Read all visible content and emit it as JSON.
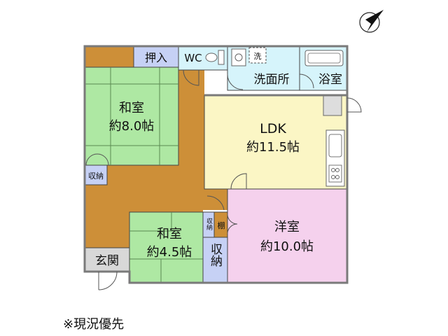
{
  "rooms": {
    "oshiire": "押入",
    "wc": "WC",
    "sentaku": "洗",
    "senmenjo": "洗面所",
    "yokushitsu": "浴室",
    "washitsu8_name": "和室",
    "washitsu8_size": "約8.0帖",
    "ldk_name": "LDK",
    "ldk_size": "約11.5帖",
    "shuno_left": "収納",
    "washitsu45_name": "和室",
    "washitsu45_size": "約4.5帖",
    "shuno_small": "収納",
    "tana": "棚",
    "shuno_mid": "収納",
    "yoshitsu_name": "洋室",
    "yoshitsu_size": "約10.0帖",
    "genkan": "玄関"
  },
  "note": "※現況優先",
  "colors": {
    "tatami": "#aee8a3",
    "wood": "#cd8f38",
    "ldk": "#fbf6c5",
    "western": "#f5d1ed",
    "water": "#d6f4fb",
    "storage": "#c6d1f5",
    "entrance": "#d8d8d8",
    "wall": "#7a7a7a"
  },
  "icons": {
    "compass": "north-arrow-icon"
  }
}
